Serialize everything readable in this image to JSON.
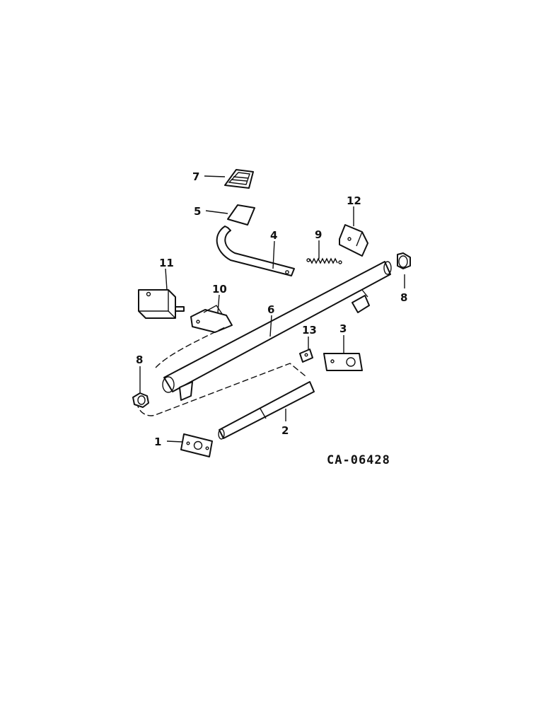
{
  "diagram": {
    "drawing_code": "CA-06428",
    "callouts": [
      "1",
      "2",
      "3",
      "4",
      "5",
      "6",
      "7",
      "8",
      "8",
      "9",
      "10",
      "11",
      "12",
      "13"
    ],
    "colors": {
      "ink": "#111111",
      "paper": "#ffffff"
    }
  }
}
